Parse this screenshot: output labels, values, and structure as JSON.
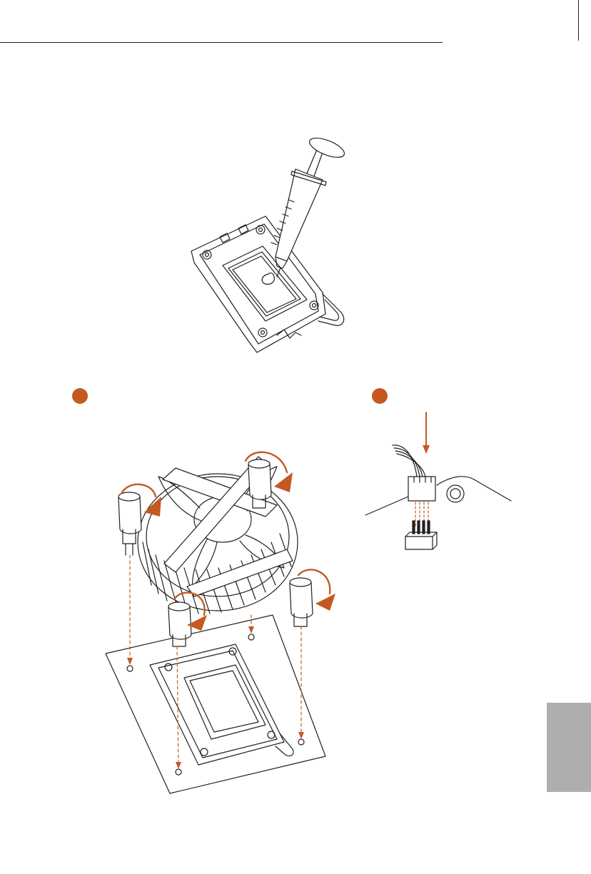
{
  "page": {
    "accent_color": "#c45a22",
    "line_color": "#231f20",
    "tab_color": "#aeaeae"
  },
  "steps": [
    {
      "id": "a",
      "label": ""
    },
    {
      "id": "b",
      "label": ""
    }
  ],
  "illustrations": [
    {
      "name": "thermal-paste-syringe-on-cpu",
      "icon": "syringe-icon"
    },
    {
      "name": "cooler-installation-on-socket",
      "icon": "cpu-cooler-icon"
    },
    {
      "name": "fan-connector-to-header",
      "icon": "fan-header-icon"
    }
  ]
}
